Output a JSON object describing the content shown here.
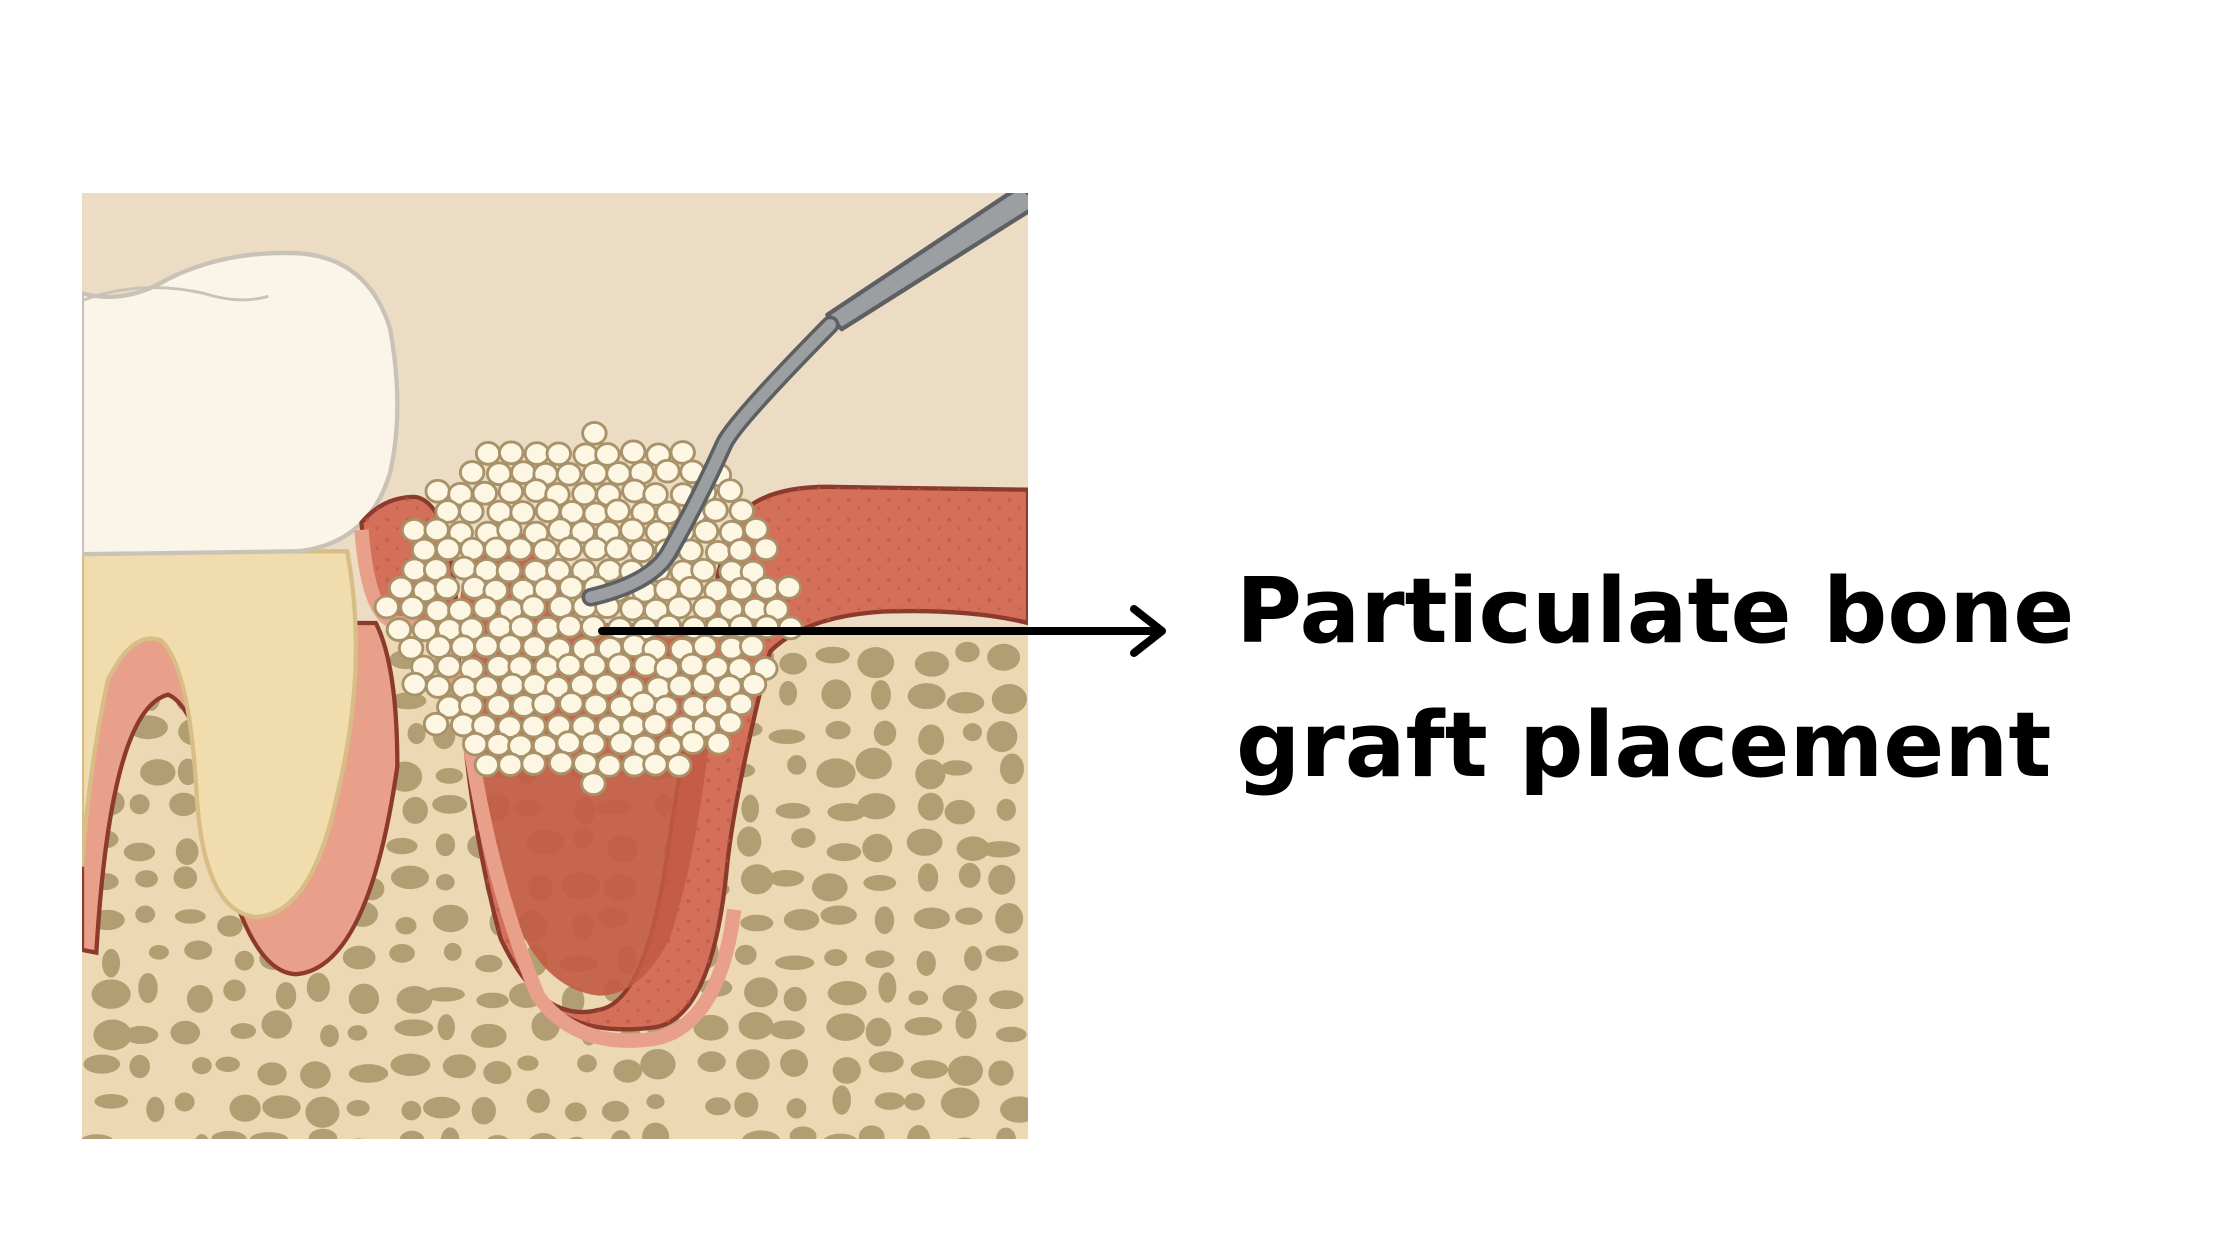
{
  "label": {
    "line1": "Particulate bone",
    "line2": "graft placement"
  },
  "colors": {
    "background": "#ffffff",
    "panel": "#ecdcc4",
    "crown": "#fbf4e8",
    "root": "#f1dcae",
    "gum": "#d4705a",
    "gum_outline": "#8c3a2c",
    "ligament": "#e9a08a",
    "bone": "#ecd8b2",
    "bone_pore": "#b19e72",
    "graft_particle": "#fcf6e2",
    "graft_outline": "#a8926a",
    "instrument": "#9c9fa1",
    "arrow": "#000000"
  },
  "icons": [
    "tooth-crown",
    "tooth-root",
    "dental-instrument",
    "graft-particles",
    "arrow-right"
  ]
}
